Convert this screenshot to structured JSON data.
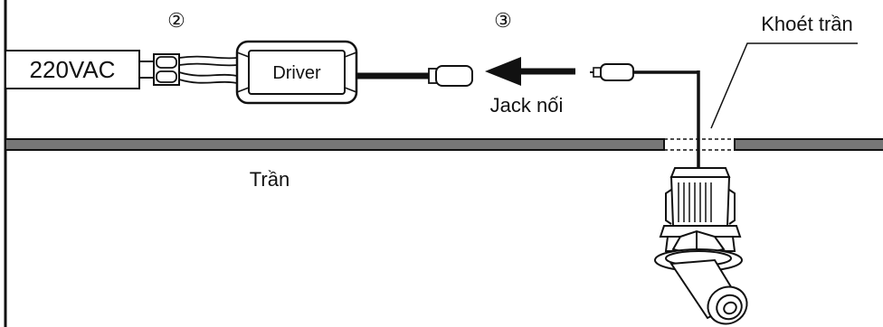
{
  "labels": {
    "voltage": "220VAC",
    "driver": "Driver",
    "step_2": "②",
    "step_3": "③",
    "jack": "Jack nối",
    "ceiling": "Trần",
    "ceiling_cutout": "Khoét trần"
  },
  "colors": {
    "line": "#111111",
    "ceiling_fill": "#777777",
    "background": "#ffffff"
  }
}
